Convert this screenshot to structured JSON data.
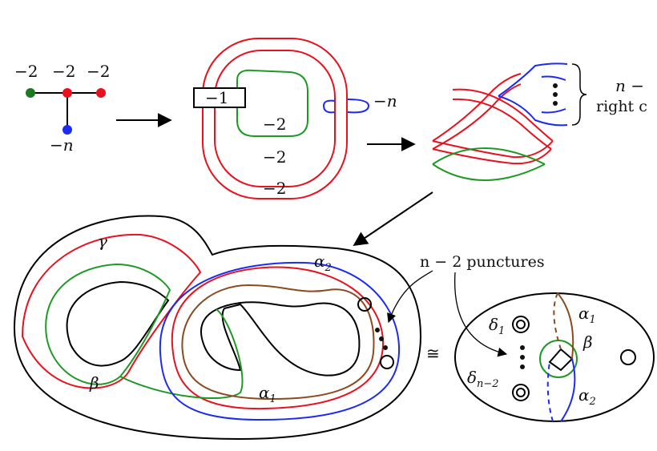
{
  "colors": {
    "red": "#e8111e",
    "green": "#1e9a24",
    "blue": "#1c2bf0",
    "brown": "#8b4a1f",
    "black": "#000000"
  },
  "plumbing": {
    "vertices": [
      "−2",
      "−2",
      "−2",
      "−n"
    ]
  },
  "kirby": {
    "box": "−1",
    "green_frame": "−2",
    "middle_frame": "−2",
    "outer_frame": "−2",
    "meridian": "−n"
  },
  "legendrian": {
    "brace_line1": "n −",
    "brace_line2": "right c"
  },
  "surface": {
    "gamma": "γ",
    "beta": "β",
    "alpha1": "α",
    "alpha1_sub": "1",
    "alpha2": "α",
    "alpha2_sub": "2",
    "punctures": "n − 2 punctures"
  },
  "iso": "≅",
  "disk": {
    "delta": "δ",
    "delta1_sub": "1",
    "delta_n_sub": "n−2",
    "alpha1": "α",
    "alpha1_sub": "1",
    "beta": "β",
    "alpha2": "α",
    "alpha2_sub": "2"
  }
}
